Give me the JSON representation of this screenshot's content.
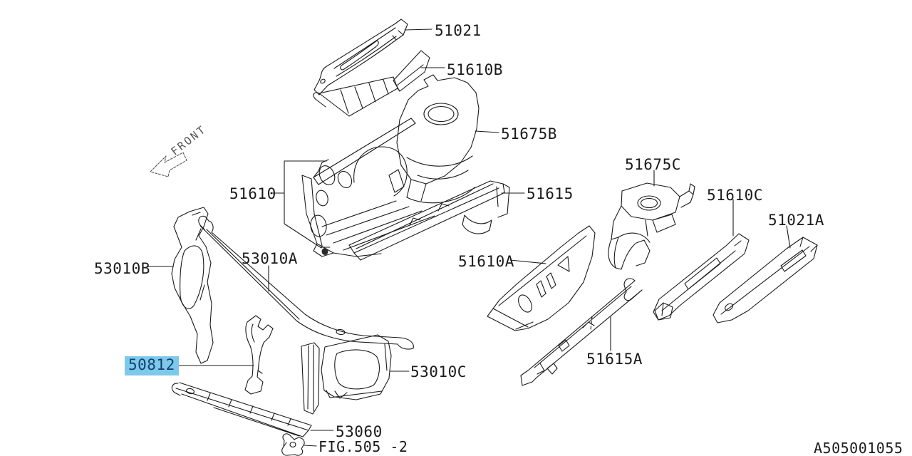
{
  "diagram": {
    "figure_code": "A505001055",
    "fig_reference": "FIG.505 -2",
    "front_indicator": "FRONT",
    "selected_part": "50812",
    "colors": {
      "background": "#ffffff",
      "line": "#1a1a1a",
      "highlight_bg": "#7dc9ea",
      "highlight_text": "#153e73"
    },
    "part_labels": {
      "p51021": {
        "text": "51021"
      },
      "p51610B": {
        "text": "51610B"
      },
      "p51675B": {
        "text": "51675B"
      },
      "p51610": {
        "text": "51610"
      },
      "p51615": {
        "text": "51615"
      },
      "p53010A": {
        "text": "53010A"
      },
      "p53010B": {
        "text": "53010B"
      },
      "p50812": {
        "text": "50812"
      },
      "p53010C": {
        "text": "53010C"
      },
      "p53060": {
        "text": "53060"
      },
      "p51610A": {
        "text": "51610A"
      },
      "p51615A": {
        "text": "51615A"
      },
      "p51675C": {
        "text": "51675C"
      },
      "p51610C": {
        "text": "51610C"
      },
      "p51021A": {
        "text": "51021A"
      }
    }
  }
}
